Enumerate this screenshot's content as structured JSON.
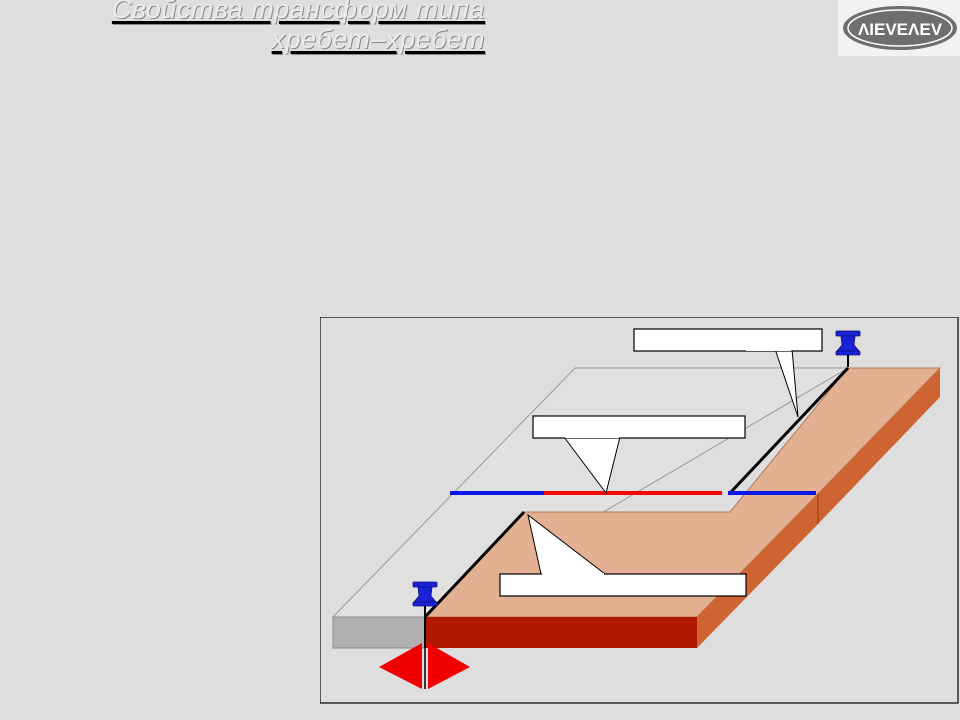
{
  "header": {
    "title_line1": "Свойства трансформ типа",
    "title_line2": "хребет–хребет"
  },
  "logo": {
    "text": "ΛIEVEΛEV"
  },
  "diagram": {
    "callouts": [
      {
        "text": ""
      },
      {
        "text": ""
      },
      {
        "text": ""
      }
    ],
    "colors": {
      "background": "#dedede",
      "plate_left_top": "#e0e0e0",
      "plate_left_side": "#b0b0b0",
      "plate_right_top": "#e4b092",
      "plate_right_front": "#b11800",
      "plate_right_side": "#cf6433",
      "ridge_blue": "#0a17e6",
      "ridge_red": "#ee0a0a",
      "pin": "#1a22d8",
      "arrow": "#f00000"
    },
    "icons": [
      "push-pin-icon",
      "push-pin-icon",
      "red-arrow-icon"
    ]
  }
}
